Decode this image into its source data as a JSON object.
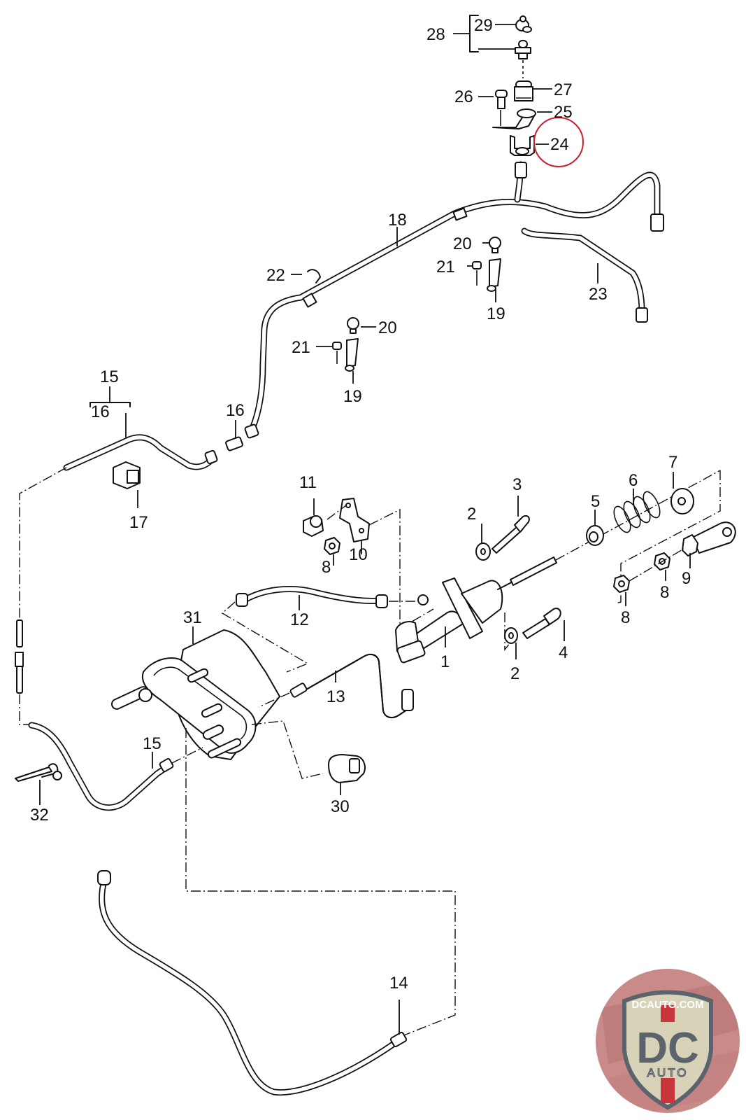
{
  "diagram": {
    "title": "Clutch hydraulics exploded parts diagram",
    "highlight_color": "#c8202a",
    "highlighted_part": "24",
    "labels": {
      "p1": "1",
      "p2a": "2",
      "p2b": "2",
      "p3": "3",
      "p4": "4",
      "p5": "5",
      "p6": "6",
      "p7": "7",
      "p8a": "8",
      "p8b": "8",
      "p8c": "8",
      "p9": "9",
      "p10": "10",
      "p11": "11",
      "p12": "12",
      "p13": "13",
      "p14": "14",
      "p15a": "15",
      "p15b": "15",
      "p16a": "16",
      "p16b": "16",
      "p17": "17",
      "p18": "18",
      "p19a": "19",
      "p19b": "19",
      "p20a": "20",
      "p20b": "20",
      "p21a": "21",
      "p21b": "21",
      "p22": "22",
      "p23": "23",
      "p24": "24",
      "p25": "25",
      "p26": "26",
      "p27": "27",
      "p28": "28",
      "p29": "29",
      "p30": "30",
      "p31": "31",
      "p32": "32"
    }
  },
  "watermark": {
    "site": "DCAUTO.COM",
    "mark": "DC",
    "sub": "AUTO",
    "colors": {
      "badge_bg": "#c98a8a",
      "shield": "#d8d2b8",
      "letters": "#5b636c",
      "stripe": "#c8353a"
    }
  }
}
